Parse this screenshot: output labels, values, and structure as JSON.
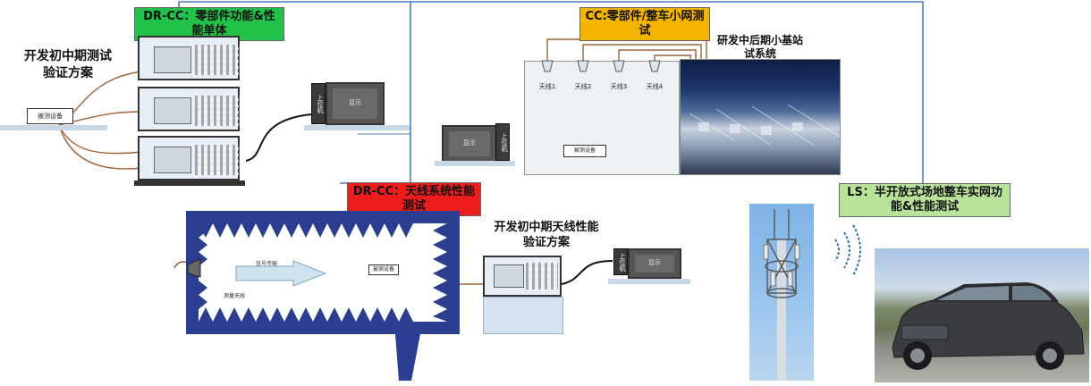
{
  "titles": {
    "dev_early_test": "开发初中期测试验证方案",
    "dev_mid_late_bs": "研发中后期小基站试系统",
    "dev_early_antenna": "开发初中期天线性能验证方案"
  },
  "tags": {
    "dr_cc_parts": "DR-CC：零部件功能&性能单体",
    "cc_network": "CC:零部件/整车小网测试",
    "dr_cc_antenna": "DR-CC：天线系统性能测试",
    "ls_field": "LS：半开放式场地整车实网功能&性能测试"
  },
  "labels": {
    "dut_left": "被测设备",
    "display": "显示",
    "host": "上位机",
    "antenna_1": "天线1",
    "antenna_2": "天线2",
    "antenna_3": "天线3",
    "antenna_4": "天线4",
    "cc_dut": "被测设备",
    "signal_flow": "信号传输",
    "chamber_dut": "被测设备",
    "measure_ant": "测量天线",
    "dots": "· · · ·"
  },
  "colors": {
    "green": "#22c24a",
    "orange": "#f4b400",
    "red": "#ee1c1c",
    "lightgreen": "#b9e29a",
    "cable_blue": "#4d7fbd",
    "cable_brown": "#a0623a",
    "chamber_blue": "#2b3e8f"
  }
}
